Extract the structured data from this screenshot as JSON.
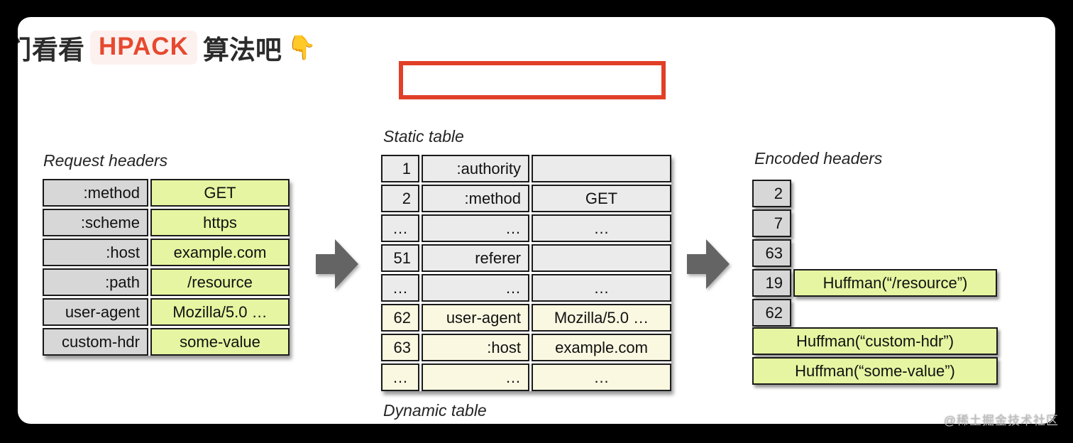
{
  "title": {
    "clipped_prefix": "们",
    "pre": "看看",
    "highlight": "HPACK",
    "post": "算法吧",
    "emoji": "👇"
  },
  "colors": {
    "accent_red": "#e13f28",
    "title_red": "#e6492f",
    "key_gray": "#d7d7d7",
    "static_gray": "#ebebeb",
    "dynamic_cream": "#faf8e1",
    "value_green": "#e5f5a1",
    "arrow_gray": "#646464"
  },
  "request_headers": {
    "label": "Request headers",
    "rows": [
      {
        "key": ":method",
        "value": "GET"
      },
      {
        "key": ":scheme",
        "value": "https"
      },
      {
        "key": ":host",
        "value": "example.com"
      },
      {
        "key": ":path",
        "value": "/resource"
      },
      {
        "key": "user-agent",
        "value": "Mozilla/5.0 …"
      },
      {
        "key": "custom-hdr",
        "value": "some-value"
      }
    ]
  },
  "index_table": {
    "static_label": "Static table",
    "dynamic_label": "Dynamic table",
    "rows": [
      {
        "index": "1",
        "name": ":authority",
        "value": ""
      },
      {
        "index": "2",
        "name": ":method",
        "value": "GET"
      },
      {
        "index": "…",
        "name": "…",
        "value": "…"
      },
      {
        "index": "51",
        "name": "referer",
        "value": ""
      },
      {
        "index": "…",
        "name": "…",
        "value": "…"
      },
      {
        "index": "62",
        "name": "user-agent",
        "value": "Mozilla/5.0 …"
      },
      {
        "index": "63",
        "name": ":host",
        "value": "example.com"
      },
      {
        "index": "…",
        "name": "…",
        "value": "…"
      }
    ]
  },
  "encoded_headers": {
    "label": "Encoded headers",
    "index_cells": [
      "2",
      "7",
      "63",
      "19",
      "62"
    ],
    "huffman_resource": "Huffman(“/resource”)",
    "huffman_wide": [
      "Huffman(“custom-hdr”)",
      "Huffman(“some-value”)"
    ]
  },
  "watermark": "@稀土掘金技术社区"
}
